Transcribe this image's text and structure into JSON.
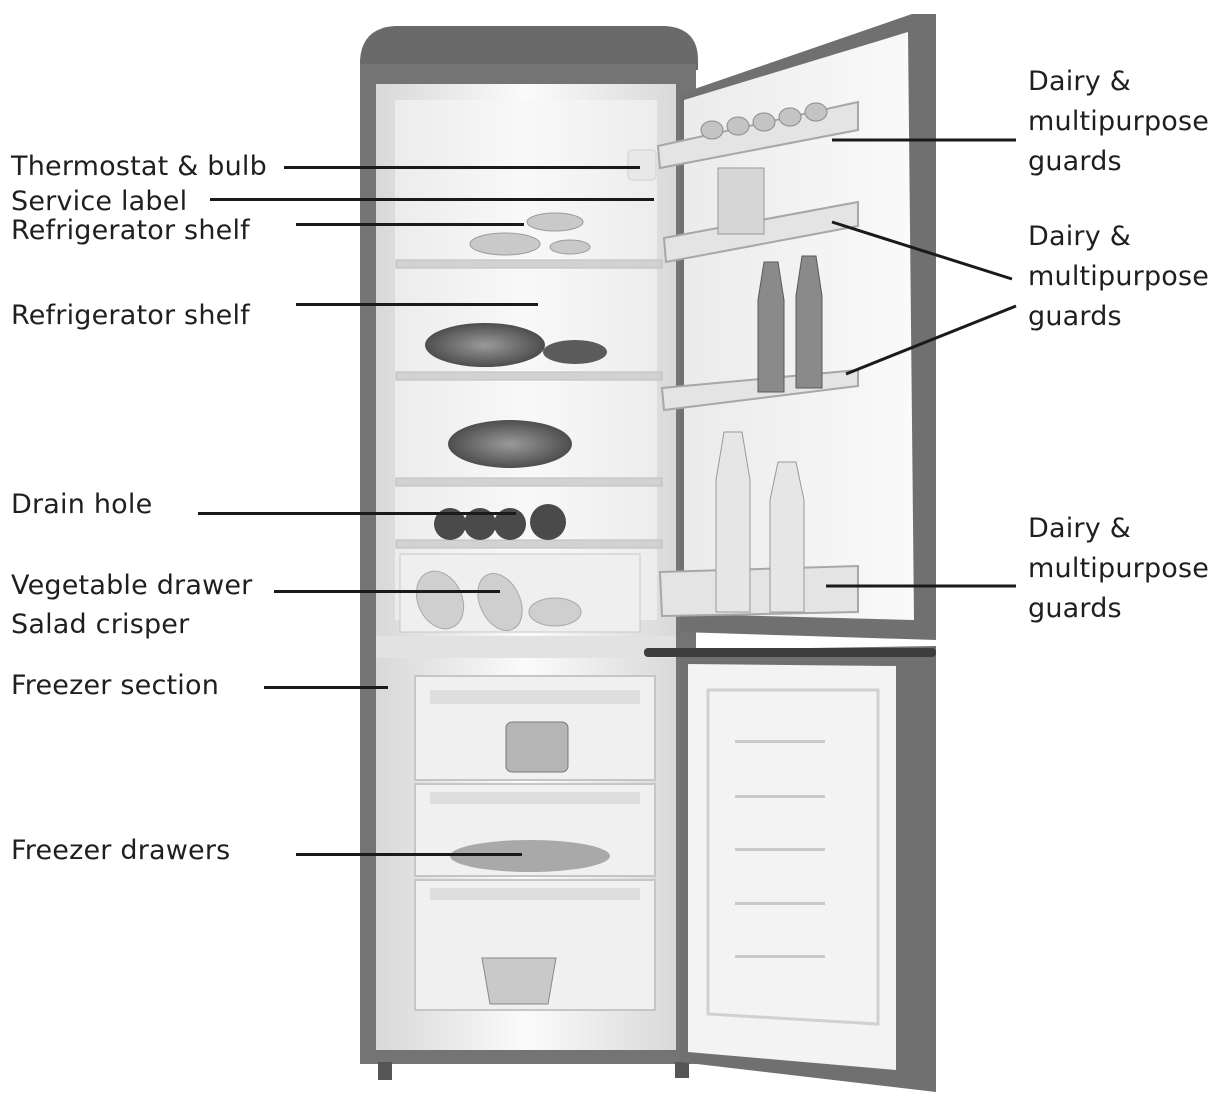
{
  "labels_left": {
    "thermostat": "Thermostat & bulb",
    "service_label": "Service label",
    "fridge_shelf_1": "Refrigerator shelf",
    "fridge_shelf_2": "Refrigerator shelf",
    "drain_hole": "Drain hole",
    "vegetable_drawer": "Vegetable drawer",
    "salad_crisper": "Salad crisper",
    "freezer_section": "Freezer section",
    "freezer_drawers": "Freezer drawers"
  },
  "labels_right": [
    {
      "line1": "Dairy &",
      "line2": "multipurpose",
      "line3": "guards"
    },
    {
      "line1": "Dairy &",
      "line2": "multipurpose",
      "line3": "guards"
    },
    {
      "line1": "Dairy &",
      "line2": "multipurpose",
      "line3": "guards"
    }
  ],
  "colors": {
    "body": "#6f6f6f",
    "interior": "#f1f1f1",
    "leader_line": "#1a1a1a",
    "text": "#1f1f1f"
  }
}
